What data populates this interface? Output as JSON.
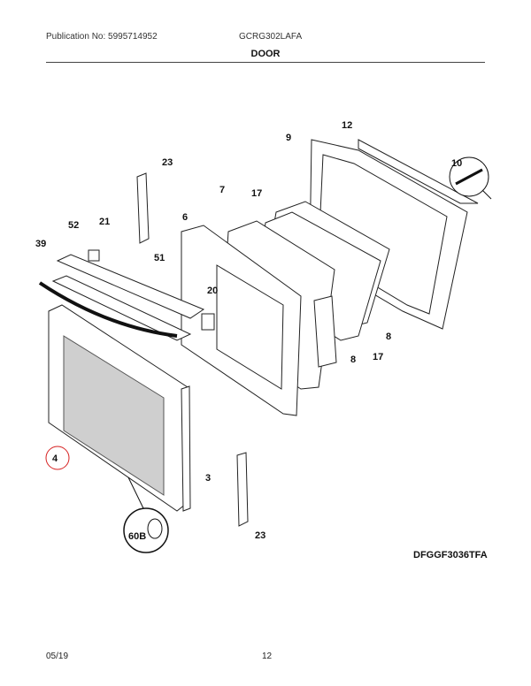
{
  "header": {
    "publication": "Publication No: 5995714952",
    "model": "GCRG302LAFA",
    "section": "DOOR"
  },
  "diagram": {
    "code": "DFGGF3036TFA",
    "callouts": [
      "23",
      "7",
      "17",
      "12",
      "9",
      "10",
      "52",
      "21",
      "6",
      "39",
      "51",
      "20",
      "8",
      "17",
      "8",
      "4",
      "3",
      "60B",
      "23"
    ],
    "highlighted_callout": "4",
    "highlight_color": "#d62020"
  },
  "footer": {
    "date": "05/19",
    "page": "12"
  }
}
